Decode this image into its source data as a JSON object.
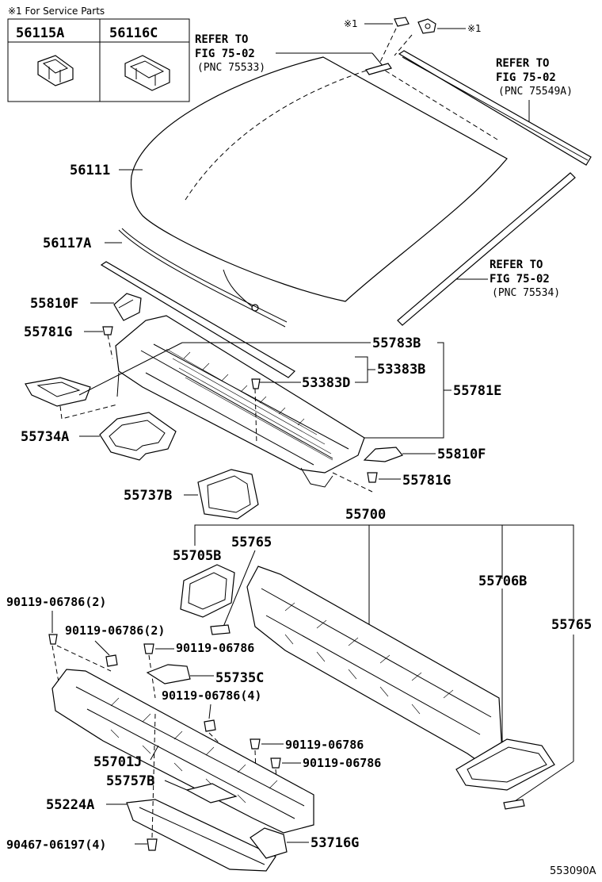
{
  "service_note": "※1 For Service Parts",
  "service_parts": [
    "56115A",
    "56116C"
  ],
  "refs": [
    {
      "line1": "REFER TO",
      "line2": "FIG 75-02",
      "pnc": "(PNC 75533)"
    },
    {
      "line1": "REFER TO",
      "line2": "FIG 75-02",
      "pnc": "(PNC 75549A)"
    },
    {
      "line1": "REFER TO",
      "line2": "FIG 75-02",
      "pnc": "(PNC 75534)"
    }
  ],
  "markers": {
    "left": "※1",
    "right": "※1"
  },
  "parts": {
    "p56111": "56111",
    "p56117A": "56117A",
    "p55810F_a": "55810F",
    "p55781G_a": "55781G",
    "p55783B": "55783B",
    "p53383B": "53383B",
    "p53383D": "53383D",
    "p55781E": "55781E",
    "p55734A": "55734A",
    "p55810F_b": "55810F",
    "p55781G_b": "55781G",
    "p55737B": "55737B",
    "p55700": "55700",
    "p55765_a": "55765",
    "p55705B": "55705B",
    "p55706B": "55706B",
    "p55765_b": "55765",
    "b1": "90119-06786(2)",
    "b2": "90119-06786(2)",
    "b3": "90119-06786",
    "p55735C": "55735C",
    "b4": "90119-06786(4)",
    "b5": "90119-06786",
    "b6": "90119-06786",
    "p55701J": "55701J",
    "p55757B": "55757B",
    "p55224A": "55224A",
    "b7": "90467-06197(4)",
    "p53716G": "53716G"
  },
  "figure_id": "553090A"
}
